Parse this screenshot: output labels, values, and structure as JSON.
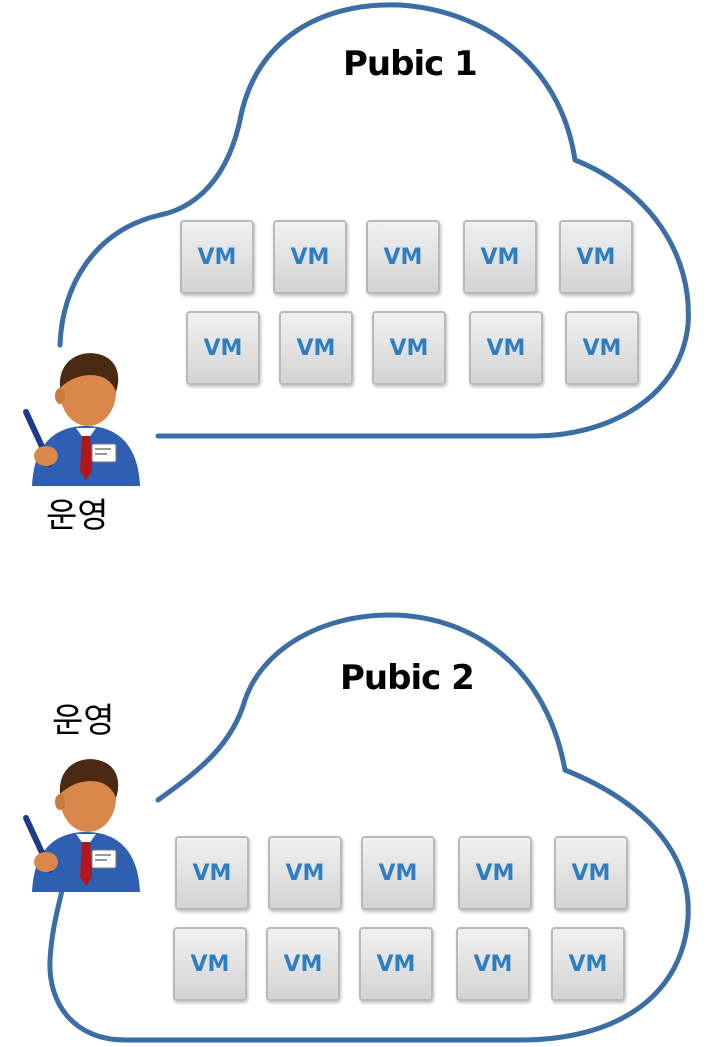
{
  "clouds": [
    {
      "title": "Pubic 1",
      "operator_label": "운영",
      "vm_rows": [
        [
          "VM",
          "VM",
          "VM",
          "VM",
          "VM"
        ],
        [
          "VM",
          "VM",
          "VM",
          "VM",
          "VM"
        ]
      ]
    },
    {
      "title": "Pubic 2",
      "operator_label": "운영",
      "vm_rows": [
        [
          "VM",
          "VM",
          "VM",
          "VM",
          "VM"
        ],
        [
          "VM",
          "VM",
          "VM",
          "VM",
          "VM"
        ]
      ]
    }
  ],
  "colors": {
    "cloud_outline": "#3a6ea5",
    "vm_text": "#2f7fc0",
    "operator_suit": "#2f5fb0",
    "operator_skin": "#d9874a",
    "operator_hair": "#4a2a12",
    "operator_tie": "#b0161b"
  }
}
